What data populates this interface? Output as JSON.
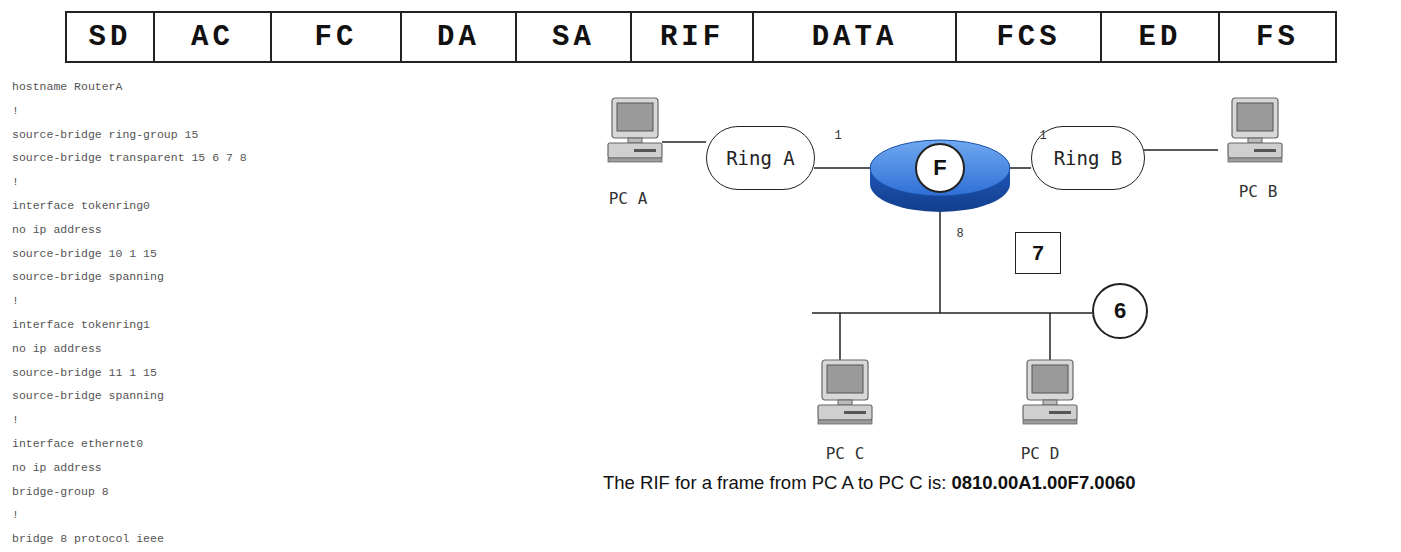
{
  "diagram": {
    "nodes": [
      {
        "text": [
          "SD"
        ]
      },
      {
        "text": [
          "AC"
        ]
      },
      {
        "text": [
          "FC"
        ]
      },
      {
        "text": [
          "DA"
        ]
      },
      {
        "text": [
          "SA"
        ]
      },
      {
        "text": [
          "RIF"
        ]
      },
      {
        "text": [
          "DATA"
        ]
      },
      {
        "text": [
          "FCS"
        ]
      },
      {
        "text": [
          "ED"
        ]
      },
      {
        "text": [
          "FS"
        ]
      },
      {
        "text": [
          "Ring A"
        ]
      },
      {
        "text": [
          "F"
        ]
      },
      {
        "text": [
          "Ring B"
        ]
      },
      {
        "text": [
          "7"
        ]
      },
      {
        "text": [
          "6"
        ]
      }
    ],
    "labels": [
      "hostname RouterA",
      "!",
      "source-bridge ring-group 15",
      "source-bridge transparent 15 6 7 8",
      "!",
      "interface tokenring0",
      "no ip address",
      "source-bridge 10 1 15",
      "source-bridge spanning",
      "!",
      "interface tokenring1",
      "no ip address",
      "source-bridge 11 1 15",
      "source-bridge spanning",
      "!",
      "interface ethernet0",
      "no ip address",
      "bridge-group 8",
      "!",
      "bridge 8 protocol ieee",
      "1",
      "1",
      "8",
      "PC A",
      "PC B",
      "PC C",
      "PC D",
      "The RIF for a frame from PC A to PC C is:",
      "0810.00A1.00F7.0060"
    ]
  }
}
